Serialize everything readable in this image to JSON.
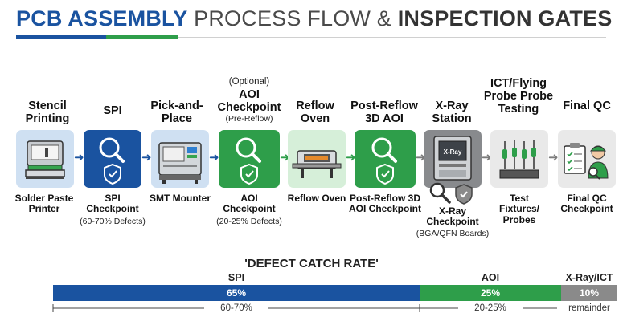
{
  "title": {
    "part1": "PCB ASSEMBLY",
    "part2": " PROCESS FLOW & ",
    "part3": "INSPECTION GATES"
  },
  "steps": [
    {
      "top": "Stencil Printing",
      "bottom": "Solder Paste Printer",
      "icon": "stencil-printer-icon"
    },
    {
      "top": "SPI",
      "bottom": "SPI Checkpoint",
      "note": "(60-70% Defects)",
      "icon": "magnifier-shield-icon"
    },
    {
      "top": "Pick-and-Place",
      "bottom": "SMT Mounter",
      "icon": "smt-mounter-icon"
    },
    {
      "pre": "(Optional)",
      "top": "AOI Checkpoint",
      "note_top": "(Pre-Reflow)",
      "bottom": "AOI Checkpoint",
      "note": "(20-25% Defects)",
      "icon": "magnifier-shield-icon"
    },
    {
      "top": "Reflow Oven",
      "bottom": "Reflow Oven",
      "icon": "reflow-oven-icon"
    },
    {
      "top": "Post-Reflow 3D AOI",
      "bottom": "Post-Reflow 3D AOI Checkpoint",
      "icon": "magnifier-shield-icon"
    },
    {
      "top": "X-Ray Station",
      "bottom": "X-Ray Checkpoint",
      "note": "(BGA/QFN Boards)",
      "icon": "xray-machine-icon",
      "screen_text": "X-Ray"
    },
    {
      "top": "ICT/Flying Probe Probe Testing",
      "bottom": "Test Fixtures/ Probes",
      "icon": "test-probes-icon"
    },
    {
      "top": "Final QC",
      "bottom": "Final QC Checkpoint",
      "icon": "inspector-icon"
    }
  ],
  "defect_catch": {
    "title": "'DEFECT CATCH RATE'",
    "segments": [
      {
        "label": "SPI",
        "value": "65%",
        "range": "60-70%",
        "share": 0.65,
        "color": "#1a53a0"
      },
      {
        "label": "AOI",
        "value": "25%",
        "range": "20-25%",
        "share": 0.25,
        "color": "#2e9e4a"
      },
      {
        "label": "X-Ray/ICT",
        "value": "10%",
        "range": "remainder",
        "share": 0.1,
        "color": "#8a8a8a"
      }
    ]
  },
  "colors": {
    "blue": "#1a53a0",
    "green": "#2e9e4a",
    "gray": "#8a8a8a"
  }
}
